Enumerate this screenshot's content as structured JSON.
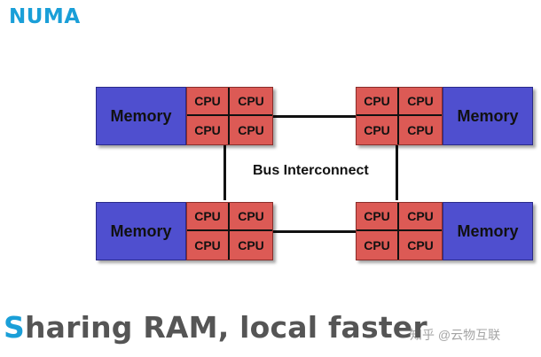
{
  "title": "NUMA",
  "colors": {
    "accent": "#1a9fd8",
    "memory": "#4f4fcf",
    "cpu": "#dc5a55",
    "text_gray": "#555555"
  },
  "diagram": {
    "bus_label": "Bus Interconnect",
    "nodes": [
      {
        "memory_label": "Memory",
        "cpus": [
          "CPU",
          "CPU",
          "CPU",
          "CPU"
        ]
      },
      {
        "memory_label": "Memory",
        "cpus": [
          "CPU",
          "CPU",
          "CPU",
          "CPU"
        ]
      },
      {
        "memory_label": "Memory",
        "cpus": [
          "CPU",
          "CPU",
          "CPU",
          "CPU"
        ]
      },
      {
        "memory_label": "Memory",
        "cpus": [
          "CPU",
          "CPU",
          "CPU",
          "CPU"
        ]
      }
    ]
  },
  "footer": {
    "first_letter": "S",
    "rest": "haring RAM, local faster"
  },
  "watermark": "知乎 @云物互联"
}
